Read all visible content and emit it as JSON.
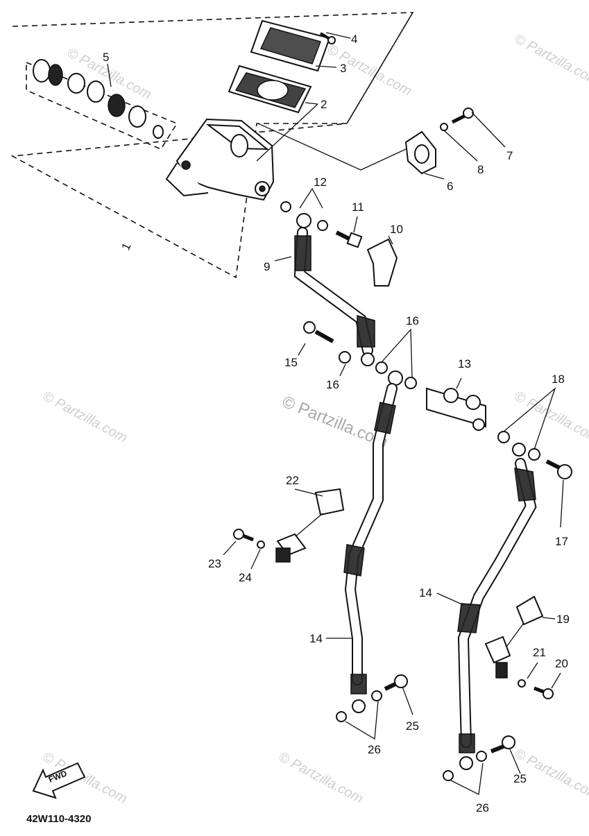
{
  "diagram": {
    "code": "42W110-4320",
    "fwd_label": "FWD",
    "watermark": "© Partzilla.com",
    "callouts": [
      {
        "id": "c1",
        "text": "1"
      },
      {
        "id": "c2",
        "text": "2"
      },
      {
        "id": "c3",
        "text": "3"
      },
      {
        "id": "c4",
        "text": "4"
      },
      {
        "id": "c5",
        "text": "5"
      },
      {
        "id": "c6",
        "text": "6"
      },
      {
        "id": "c7",
        "text": "7"
      },
      {
        "id": "c8",
        "text": "8"
      },
      {
        "id": "c9",
        "text": "9"
      },
      {
        "id": "c10",
        "text": "10"
      },
      {
        "id": "c11",
        "text": "11"
      },
      {
        "id": "c12",
        "text": "12"
      },
      {
        "id": "c13",
        "text": "13"
      },
      {
        "id": "c14a",
        "text": "14"
      },
      {
        "id": "c14b",
        "text": "14"
      },
      {
        "id": "c15",
        "text": "15"
      },
      {
        "id": "c16a",
        "text": "16"
      },
      {
        "id": "c16b",
        "text": "16"
      },
      {
        "id": "c17",
        "text": "17"
      },
      {
        "id": "c18",
        "text": "18"
      },
      {
        "id": "c19",
        "text": "19"
      },
      {
        "id": "c20",
        "text": "20"
      },
      {
        "id": "c21",
        "text": "21"
      },
      {
        "id": "c22",
        "text": "22"
      },
      {
        "id": "c23",
        "text": "23"
      },
      {
        "id": "c24",
        "text": "24"
      },
      {
        "id": "c25a",
        "text": "25"
      },
      {
        "id": "c25b",
        "text": "25"
      },
      {
        "id": "c26a",
        "text": "26"
      },
      {
        "id": "c26b",
        "text": "26"
      }
    ]
  }
}
